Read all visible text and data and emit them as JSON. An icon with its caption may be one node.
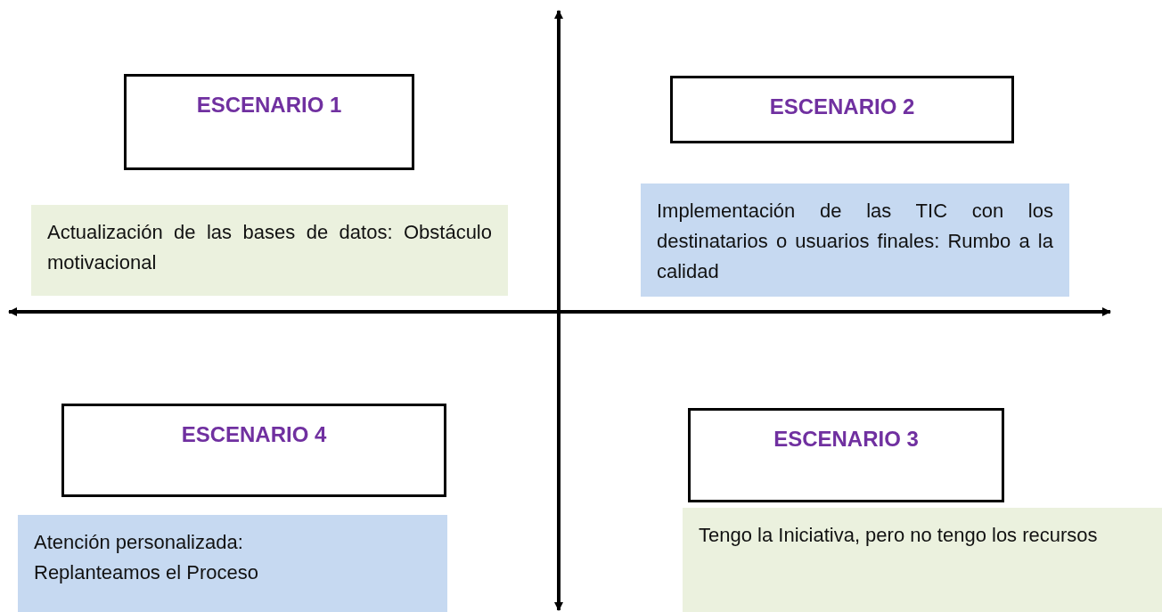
{
  "diagram": {
    "nodes": [
      {
        "text": [
          "ESCENARIO 1"
        ]
      },
      {
        "text": [
          "Actualización de las bases de datos: Obstáculo motivacional"
        ]
      },
      {
        "text": [
          "ESCENARIO 2"
        ]
      },
      {
        "text": [
          "Implementación de las TIC con los destinatarios o usuarios finales: Rumbo a la calidad"
        ]
      },
      {
        "text": [
          "ESCENARIO 4"
        ]
      },
      {
        "text": [
          "Atención personalizada:",
          "Replanteamos el Proceso"
        ]
      },
      {
        "text": [
          "ESCENARIO 3"
        ]
      },
      {
        "text": [
          "Tengo la Iniciativa, pero no tengo los recursos"
        ]
      }
    ]
  }
}
